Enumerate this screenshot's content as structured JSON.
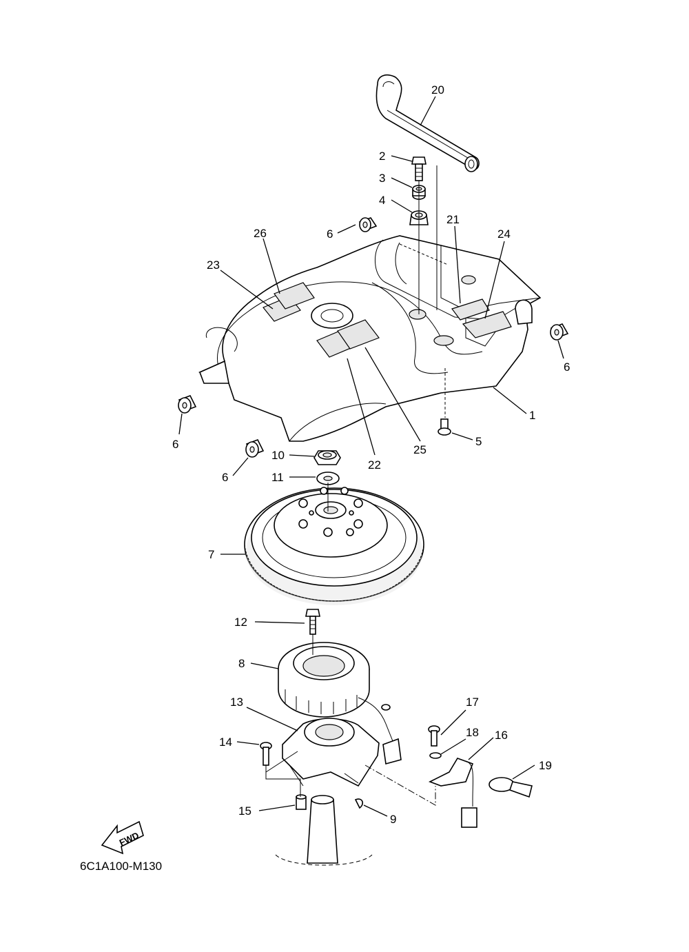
{
  "diagram": {
    "code": "6C1A100-M130",
    "fwd_label": "FWD",
    "callouts": [
      {
        "id": "c20",
        "text": "20"
      },
      {
        "id": "c2",
        "text": "2"
      },
      {
        "id": "c3",
        "text": "3"
      },
      {
        "id": "c4",
        "text": "4"
      },
      {
        "id": "c6a",
        "text": "6"
      },
      {
        "id": "c21",
        "text": "21"
      },
      {
        "id": "c24",
        "text": "24"
      },
      {
        "id": "c26",
        "text": "26"
      },
      {
        "id": "c23",
        "text": "23"
      },
      {
        "id": "c6b",
        "text": "6"
      },
      {
        "id": "c1",
        "text": "1"
      },
      {
        "id": "c6c",
        "text": "6"
      },
      {
        "id": "c5",
        "text": "5"
      },
      {
        "id": "c25",
        "text": "25"
      },
      {
        "id": "c22",
        "text": "22"
      },
      {
        "id": "c10",
        "text": "10"
      },
      {
        "id": "c6d",
        "text": "6"
      },
      {
        "id": "c11",
        "text": "11"
      },
      {
        "id": "c7",
        "text": "7"
      },
      {
        "id": "c12",
        "text": "12"
      },
      {
        "id": "c8",
        "text": "8"
      },
      {
        "id": "c17",
        "text": "17"
      },
      {
        "id": "c13",
        "text": "13"
      },
      {
        "id": "c18",
        "text": "18"
      },
      {
        "id": "c16",
        "text": "16"
      },
      {
        "id": "c14",
        "text": "14"
      },
      {
        "id": "c19",
        "text": "19"
      },
      {
        "id": "c15",
        "text": "15"
      },
      {
        "id": "c9",
        "text": "9"
      }
    ]
  }
}
